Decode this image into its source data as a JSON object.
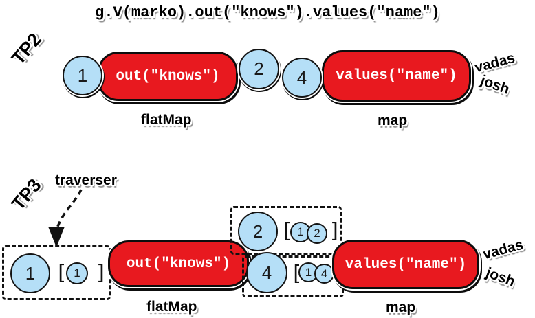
{
  "title": "g.V(marko).out(\"knows\").values(\"name\")",
  "colors": {
    "step_red": "#e8191f",
    "traverser_blue": "#b5dff7",
    "outline": "#000000"
  },
  "brackets": {
    "open": "[",
    "close": "]"
  },
  "tp2": {
    "label": "TP2",
    "input_traverser": "1",
    "step1_label": "out(\"knows\")",
    "mid_traversers": [
      "2",
      "4"
    ],
    "step2_label": "values(\"name\")",
    "outputs": [
      "vadas",
      "josh"
    ],
    "step1_type": "flatMap",
    "step2_type": "map"
  },
  "tp3": {
    "label": "TP3",
    "annotation": "traverser",
    "input": {
      "value": "1",
      "bulk": [
        "1"
      ]
    },
    "step1_label": "out(\"knows\")",
    "mid": [
      {
        "value": "2",
        "bulk": [
          "1",
          "2"
        ]
      },
      {
        "value": "4",
        "bulk": [
          "1",
          "4"
        ]
      }
    ],
    "step2_label": "values(\"name\")",
    "outputs": [
      "vadas",
      "josh"
    ],
    "step1_type": "flatMap",
    "step2_type": "map"
  }
}
